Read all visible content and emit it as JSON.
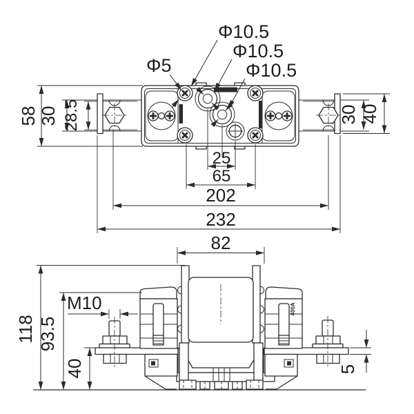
{
  "colors": {
    "line": "#2b2b2b",
    "background": "#ffffff"
  },
  "top_view": {
    "dims": {
      "overall_height": "58",
      "rail_width_left": "30",
      "slot_width": "28.5",
      "rail_width_right": "30",
      "end_plate_height": "40",
      "hole_pitch_small": "25",
      "screw_pitch": "65",
      "bolt_pitch": "202",
      "overall_length": "232"
    },
    "labels": {
      "phi5": "Φ5",
      "phi105_top": "Φ10.5",
      "phi105_mid": "Φ10.5",
      "phi105_bottom": "Φ10.5"
    }
  },
  "front_view": {
    "dims": {
      "fuse_width": "82",
      "stud_thread": "M10",
      "overall_height": "118",
      "clamp_height": "93.5",
      "terminal_height": "40",
      "plate_thickness": "5"
    },
    "markings": {
      "right_clamp_rating": "400A"
    }
  }
}
